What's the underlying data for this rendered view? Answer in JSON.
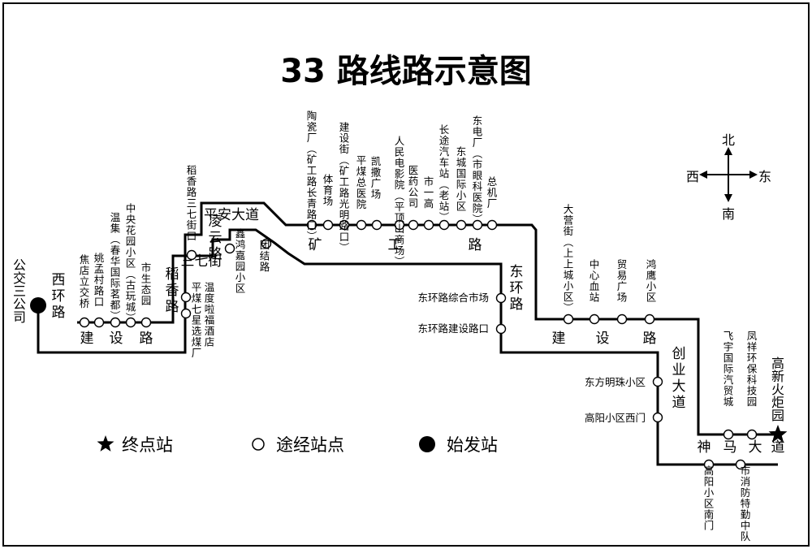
{
  "title": "33 路线路示意图",
  "compass": {
    "north": "北",
    "south": "南",
    "west": "西",
    "east": "东"
  },
  "legend": {
    "terminal": "终点站",
    "stop": "途经站点",
    "origin": "始发站"
  },
  "origin_stop": "公交三公司",
  "terminal_stop": "高新火炬园",
  "roads": [
    "西环路",
    "建",
    "设",
    "路",
    "稻香路",
    "三七街",
    "凌云路",
    "平安大道",
    "矿",
    "工",
    "路",
    "东环路",
    "建",
    "设",
    "路",
    "创业大道",
    "神",
    "马",
    "大",
    "道"
  ],
  "stops": [
    "焦店立交桥",
    "姚孟村路口",
    "温集(春华国际茗都)",
    "中央花园小区(古玩城)",
    "市生态园",
    "平煤七星选煤厂",
    "温度啦福酒店",
    "稻香路三七街口",
    "鑫鸿嘉园小区",
    "团结路",
    "陶瓷厂(矿工路长青路口)",
    "体育场",
    "建设街(矿工路光明路口)",
    "平煤总医院",
    "凯撒广场",
    "人民电影院(平顶山商场)",
    "医药公司",
    "市一高",
    "长途汽车站(老站)",
    "东城国际小区",
    "东电厂(市眼科医院)",
    "总机厂",
    "东环路综合市场",
    "东环路建设路口",
    "大营街(上上城小区)",
    "中心血站",
    "贸易广场",
    "鸿鹰小区",
    "东方明珠小区",
    "高阳小区西门",
    "高阳小区南门",
    "市消防特勤中队",
    "飞宇国际汽贸城",
    "凤祥环保科技园"
  ]
}
